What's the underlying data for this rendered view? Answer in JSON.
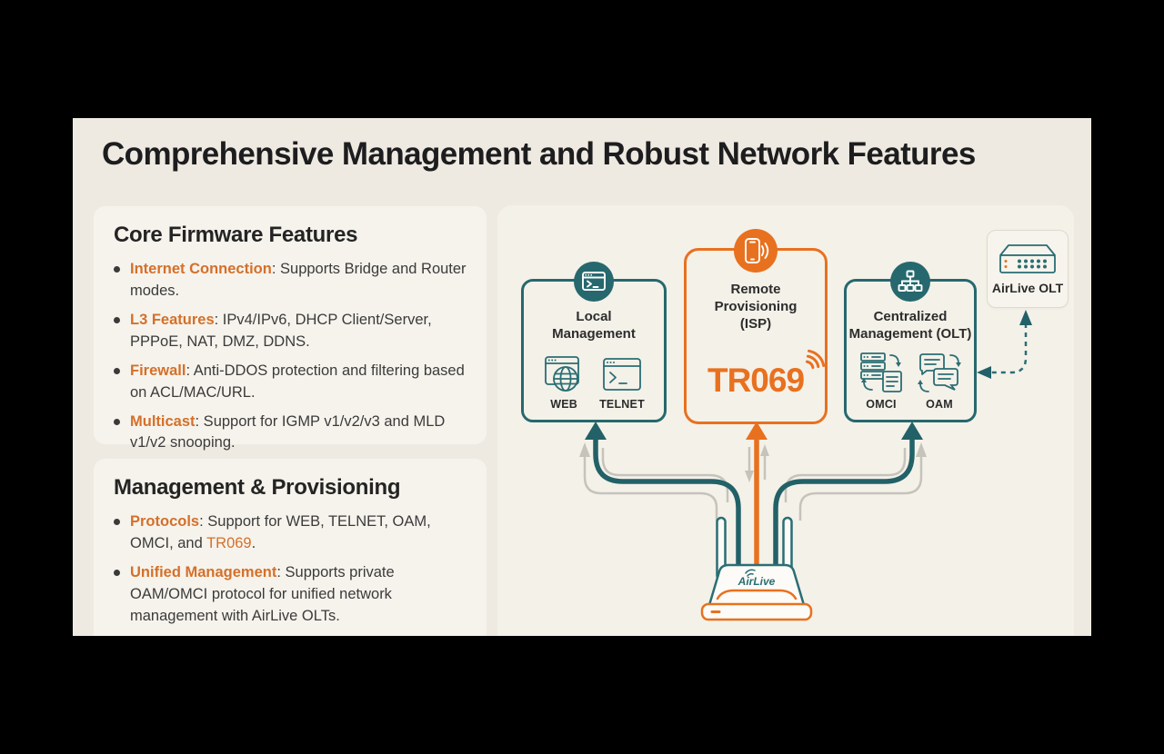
{
  "palette": {
    "teal": "#26686E",
    "orange": "#E8711F",
    "term_orange": "#D4702A",
    "gray_arrow": "#C6C3BB",
    "slide_bg": "#EEEAE1",
    "card_bg": "#F6F3EC"
  },
  "title": "Comprehensive Management and Robust Network Features",
  "cards": [
    {
      "heading": "Core Firmware Features",
      "bullets": [
        {
          "term": "Internet Connection",
          "pre": ": Supports Bridge and Router modes.",
          "highlight": "",
          "post": ""
        },
        {
          "term": "L3 Features",
          "pre": ": IPv4/IPv6, DHCP Client/Server, PPPoE, NAT, DMZ, DDNS.",
          "highlight": "",
          "post": ""
        },
        {
          "term": "Firewall",
          "pre": ": Anti-DDOS protection and filtering based on ACL/MAC/URL.",
          "highlight": "",
          "post": ""
        },
        {
          "term": "Multicast",
          "pre": ": Support for IGMP v1/v2/v3 and MLD v1/v2 snooping.",
          "highlight": "",
          "post": ""
        }
      ]
    },
    {
      "heading": "Management & Provisioning",
      "bullets": [
        {
          "term": "Protocols",
          "pre": ": Support for WEB, TELNET, OAM, OMCI, and ",
          "highlight": "TR069",
          "post": "."
        },
        {
          "term": "Unified Management",
          "pre": ": Supports private OAM/OMCI protocol for unified network management with AirLive OLTs.",
          "highlight": "",
          "post": ""
        }
      ]
    }
  ],
  "diagram": {
    "local": {
      "label": "Local Management",
      "items": [
        "WEB",
        "TELNET"
      ]
    },
    "remote": {
      "label": "Remote Provisioning (ISP)",
      "tr069": "TR069"
    },
    "central": {
      "label": "Centralized Management (OLT)",
      "items": [
        "OMCI",
        "OAM"
      ]
    },
    "olt": {
      "label": "AirLive OLT"
    },
    "router": {
      "brand": "AirLive"
    }
  }
}
